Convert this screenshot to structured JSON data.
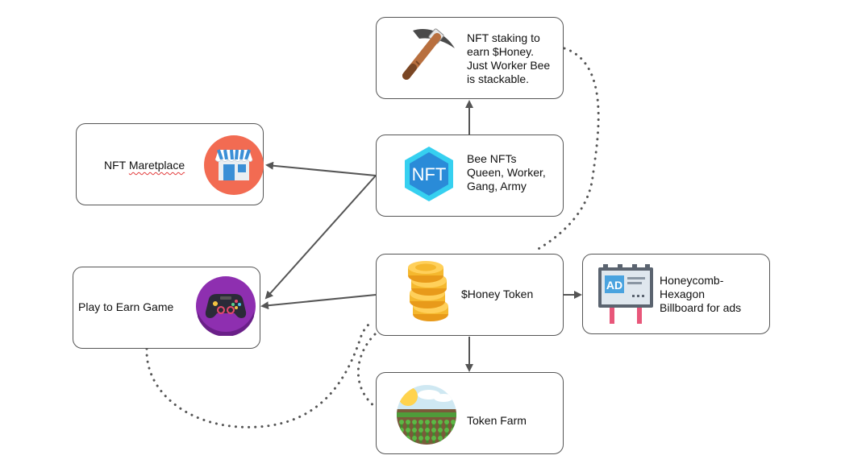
{
  "nodes": {
    "staking": {
      "text": "NFT staking to\nearn $Honey.\nJust Worker Bee\nis stackable.",
      "icon": "pickaxe-icon"
    },
    "marketplace": {
      "text_a": "NFT ",
      "text_b": "Maretplace",
      "icon": "store-icon"
    },
    "bee_nfts": {
      "text": "Bee NFTs\nQueen, Worker,\nGang, Army",
      "icon": "nft-hexagon-icon",
      "badge": "NFT"
    },
    "play_to_earn": {
      "text": "Play to Earn Game",
      "icon": "gamepad-icon"
    },
    "honey_token": {
      "text": "$Honey Token",
      "icon": "coin-stack-icon"
    },
    "billboard": {
      "text": "Honeycomb-\nHexagon\nBillboard for ads",
      "icon": "billboard-icon",
      "badge": "AD"
    },
    "token_farm": {
      "text": "Token Farm",
      "icon": "farm-field-icon"
    }
  },
  "edges": [
    {
      "from": "bee_nfts",
      "to": "staking",
      "style": "solid-arrow"
    },
    {
      "from": "bee_nfts",
      "to": "marketplace",
      "style": "solid-arrow"
    },
    {
      "from": "bee_nfts",
      "to": "play_to_earn",
      "style": "solid-arrow"
    },
    {
      "from": "honey_token",
      "to": "play_to_earn",
      "style": "solid-arrow"
    },
    {
      "from": "honey_token",
      "to": "billboard",
      "style": "solid-arrow"
    },
    {
      "from": "honey_token",
      "to": "token_farm",
      "style": "solid-arrow"
    },
    {
      "from": "staking",
      "to": "honey_token",
      "style": "dotted"
    },
    {
      "from": "play_to_earn",
      "to": "honey_token",
      "style": "dotted"
    },
    {
      "from": "honey_token",
      "to": "token_farm",
      "style": "dotted"
    }
  ],
  "colors": {
    "border": "#555555",
    "arrow": "#555555",
    "store_bg": "#f26b52",
    "nft_blue": "#2a8bd8",
    "nft_cyan": "#36d0f0",
    "gamepad_bg": "#8e2fb0",
    "coin_gold": "#f5b82e",
    "billboard_blue": "#4aa3df",
    "billboard_legs": "#e8577a"
  }
}
